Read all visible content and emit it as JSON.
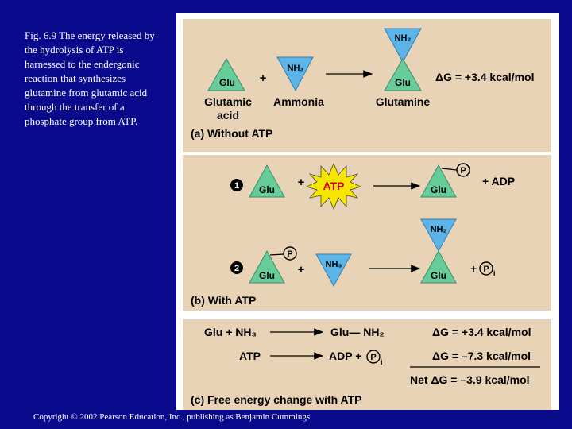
{
  "caption": "Fig. 6.9  The energy released by the hydrolysis of ATP is harnessed to the endergonic reaction that synthesizes glutamine from glutamic acid through the transfer of a phosphate group from ATP.",
  "copyright": "Copyright © 2002 Pearson Education, Inc., publishing as Benjamin Cummings",
  "colors": {
    "background": "#0a0a8c",
    "panel": "#e9d3b6",
    "glu": "#66cc99",
    "nh3": "#5cb4e8",
    "atp_star": "#f7e600",
    "atp_text": "#e0002a"
  },
  "panel_a": {
    "label": "(a) Without ATP",
    "glu": "Glu",
    "plus": "+",
    "nh3": "NH₃",
    "nh2": "NH₂",
    "name_glutamic": "Glutamic",
    "name_acid": "acid",
    "name_ammonia": "Ammonia",
    "name_glutamine": "Glutamine",
    "dg": "ΔG = +3.4 kcal/mol"
  },
  "panel_b": {
    "label": "(b) With ATP",
    "step1": "1",
    "step2": "2",
    "glu": "Glu",
    "plus": "+",
    "atp": "ATP",
    "adp": "+ ADP",
    "p": "P",
    "nh3": "NH₃",
    "nh2": "NH₂",
    "plus_pi": "+",
    "pi_sub": "i"
  },
  "panel_c": {
    "label": "(c) Free energy change with ATP",
    "eq1_left": "Glu + NH₃",
    "eq1_right": "Glu— NH₂",
    "eq1_dg": "ΔG = +3.4 kcal/mol",
    "eq2_left": "ATP",
    "eq2_right": "ADP +",
    "p": "P",
    "pi_sub": "i",
    "eq2_dg": "ΔG = –7.3 kcal/mol",
    "net": "Net ΔG = –3.9 kcal/mol"
  }
}
